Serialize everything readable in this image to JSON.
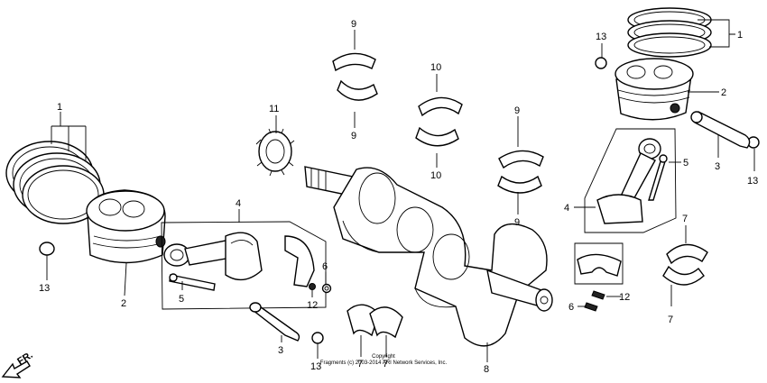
{
  "diagram": {
    "callouts": [
      {
        "id": "c1-left",
        "text": "1"
      },
      {
        "id": "c2-left",
        "text": "2"
      },
      {
        "id": "c13-left",
        "text": "13"
      },
      {
        "id": "c4-left",
        "text": "4"
      },
      {
        "id": "c5-left",
        "text": "5"
      },
      {
        "id": "c6-left",
        "text": "6"
      },
      {
        "id": "c12-left",
        "text": "12"
      },
      {
        "id": "c3-left",
        "text": "3"
      },
      {
        "id": "c13-bottom",
        "text": "13"
      },
      {
        "id": "c11",
        "text": "11"
      },
      {
        "id": "c9-top",
        "text": "9"
      },
      {
        "id": "c9-mid",
        "text": "9"
      },
      {
        "id": "c10-top",
        "text": "10"
      },
      {
        "id": "c10-mid",
        "text": "10"
      },
      {
        "id": "c9-right-top",
        "text": "9"
      },
      {
        "id": "c9-right-bottom",
        "text": "9"
      },
      {
        "id": "c7-bottom-a",
        "text": "7"
      },
      {
        "id": "c7-bottom-b",
        "text": "7"
      },
      {
        "id": "c8",
        "text": "8"
      },
      {
        "id": "c13-right-top",
        "text": "13"
      },
      {
        "id": "c1-right",
        "text": "1"
      },
      {
        "id": "c2-right",
        "text": "2"
      },
      {
        "id": "c3-right",
        "text": "3"
      },
      {
        "id": "c13-right",
        "text": "13"
      },
      {
        "id": "c4-right",
        "text": "4"
      },
      {
        "id": "c5-right",
        "text": "5"
      },
      {
        "id": "c7-right-top",
        "text": "7"
      },
      {
        "id": "c12-right",
        "text": "12"
      },
      {
        "id": "c6-right",
        "text": "6"
      },
      {
        "id": "c7-right-bottom",
        "text": "7"
      }
    ],
    "direction_label": "FR.",
    "copyright_line1": "Copyright",
    "copyright_line2": "Fragments (c) 2003-2014 ARI Network Services, Inc."
  }
}
